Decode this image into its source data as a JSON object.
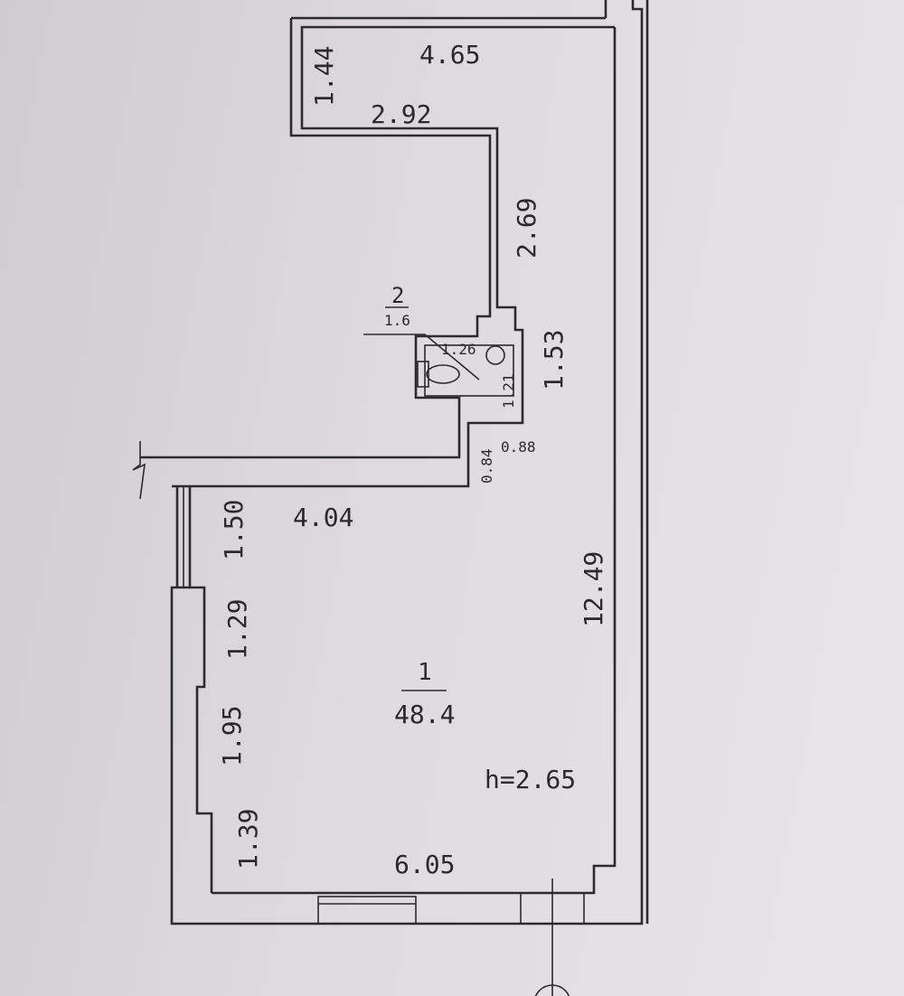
{
  "plan": {
    "room1": {
      "number": "1",
      "area": "48.4"
    },
    "room2": {
      "number": "2",
      "area": "1.6"
    },
    "ceiling_height": "h=2.65",
    "dimensions": {
      "top_width": "4.65",
      "top_left": "1.44",
      "corridor_width": "2.92",
      "corridor_length": "2.69",
      "wc_width": "1.26",
      "wc_height_inner": "1.21",
      "wc_height_outer": "1.53",
      "door_width": "0.84",
      "door_offset": "0.88",
      "hall_width": "4.04",
      "left_wall_a": "1.50",
      "left_wall_b": "1.29",
      "left_wall_c": "1.95",
      "left_wall_d": "1.39",
      "bottom_width": "6.05",
      "right_length": "12.49"
    }
  }
}
